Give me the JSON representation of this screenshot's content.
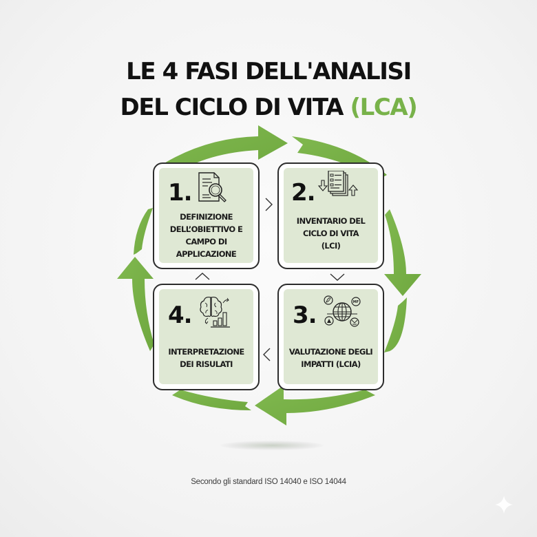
{
  "title": {
    "line1": "LE 4 FASI DELL'ANALISI",
    "line2_main": "DEL CICLO DI VITA ",
    "line2_accent": "(LCA)"
  },
  "colors": {
    "accent_green": "#78b24a",
    "card_fill": "#dfe8d4",
    "card_border": "#2c2c2c",
    "text_dark": "#111111",
    "background": "#f4f4f4"
  },
  "phases": [
    {
      "number": "1.",
      "label": "DEFINIZIONE\nDELL’OBIETTIVO E\nCAMPO DI\nAPPLICAZIONE",
      "icon": "document-magnifier-icon",
      "position": "top-left"
    },
    {
      "number": "2.",
      "label": "INVENTARIO DEL\nCICLO DI VITA\n(LCI)",
      "icon": "inventory-list-icon",
      "position": "top-right"
    },
    {
      "number": "3.",
      "label": "VALUTAZIONE DEGLI\nIMPATTI (LCIA)",
      "icon": "globe-impacts-icon",
      "position": "bottom-right"
    },
    {
      "number": "4.",
      "label": "INTERPRETAZIONE\nDEI RISULATI",
      "icon": "brain-chart-icon",
      "position": "bottom-left"
    }
  ],
  "flow": {
    "direction": "clockwise",
    "arrows": [
      "top",
      "right",
      "bottom",
      "left"
    ],
    "connectors": [
      "1-to-2 chevron-right",
      "2-to-3 chevron-down",
      "3-to-4 chevron-left",
      "4-to-1 chevron-up"
    ]
  },
  "footer": {
    "note": "Secondo gli standard ISO 14040 e ISO 14044"
  },
  "watermark": {
    "icon": "sparkle-icon"
  }
}
